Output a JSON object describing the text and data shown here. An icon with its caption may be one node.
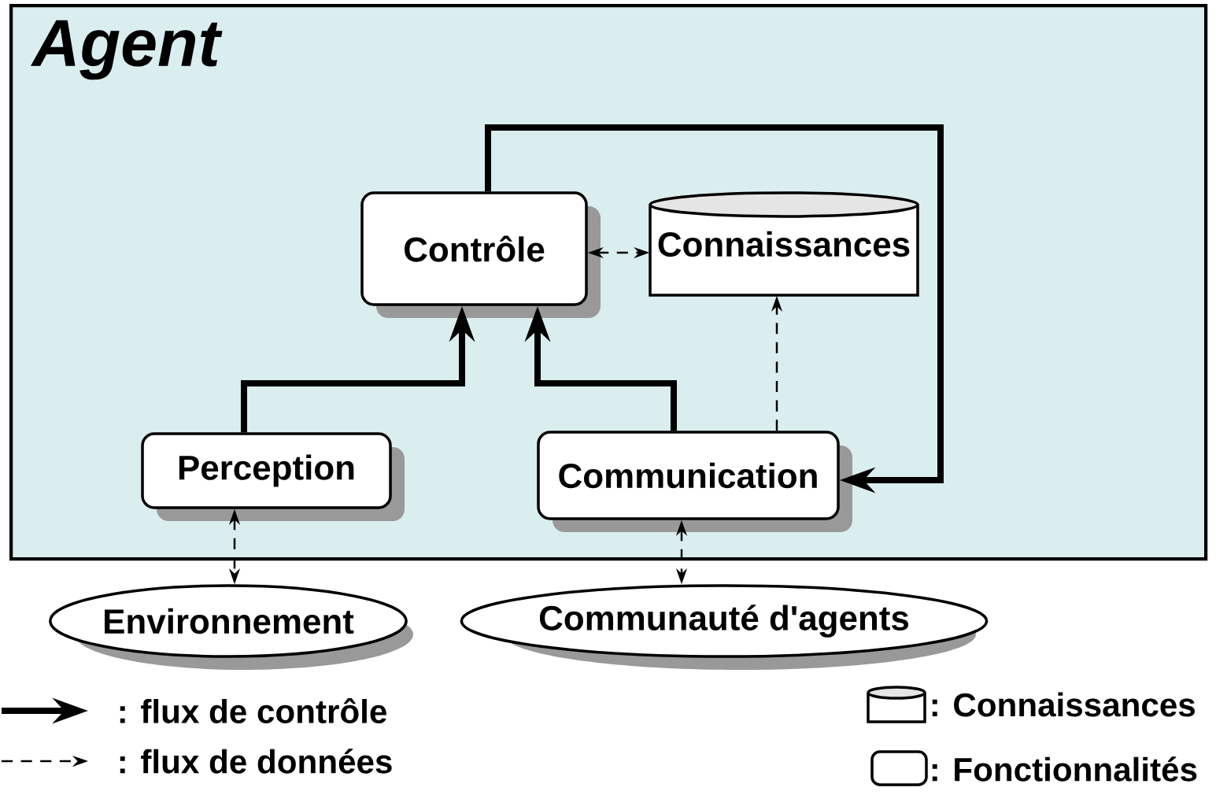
{
  "diagram": {
    "nodes": [
      {
        "text": [
          "Agent"
        ]
      },
      {
        "text": [
          "Contrôle"
        ],
        "in": 0
      },
      {
        "text": [
          "Connaissances"
        ],
        "in": 0
      },
      {
        "text": [
          "Perception"
        ],
        "in": 0
      },
      {
        "text": [
          "Communication"
        ],
        "in": 0
      },
      {
        "text": [
          "Environnement"
        ]
      },
      {
        "text": [
          "Communauté d'agents"
        ]
      }
    ],
    "edges": [
      {
        "from": 1,
        "to": 2,
        "arrow": "both",
        "style": "dashed"
      },
      {
        "from": 3,
        "to": 1,
        "arrow": "to",
        "style": "thick"
      },
      {
        "from": 4,
        "to": 1,
        "arrow": "to",
        "style": "thick"
      },
      {
        "from": 1,
        "to": 4,
        "arrow": "to",
        "style": "thick"
      },
      {
        "from": 4,
        "to": 2,
        "arrow": "to",
        "style": "dashed"
      },
      {
        "from": 3,
        "to": 5,
        "arrow": "both",
        "style": "dashed"
      },
      {
        "from": 4,
        "to": 6,
        "arrow": "both",
        "style": "dashed"
      }
    ],
    "legend": [
      {
        "text": ": flux de contrôle"
      },
      {
        "text": ": flux de données"
      },
      {
        "text": ": Connaissances"
      },
      {
        "text": ": Fonctionnalités"
      }
    ]
  }
}
